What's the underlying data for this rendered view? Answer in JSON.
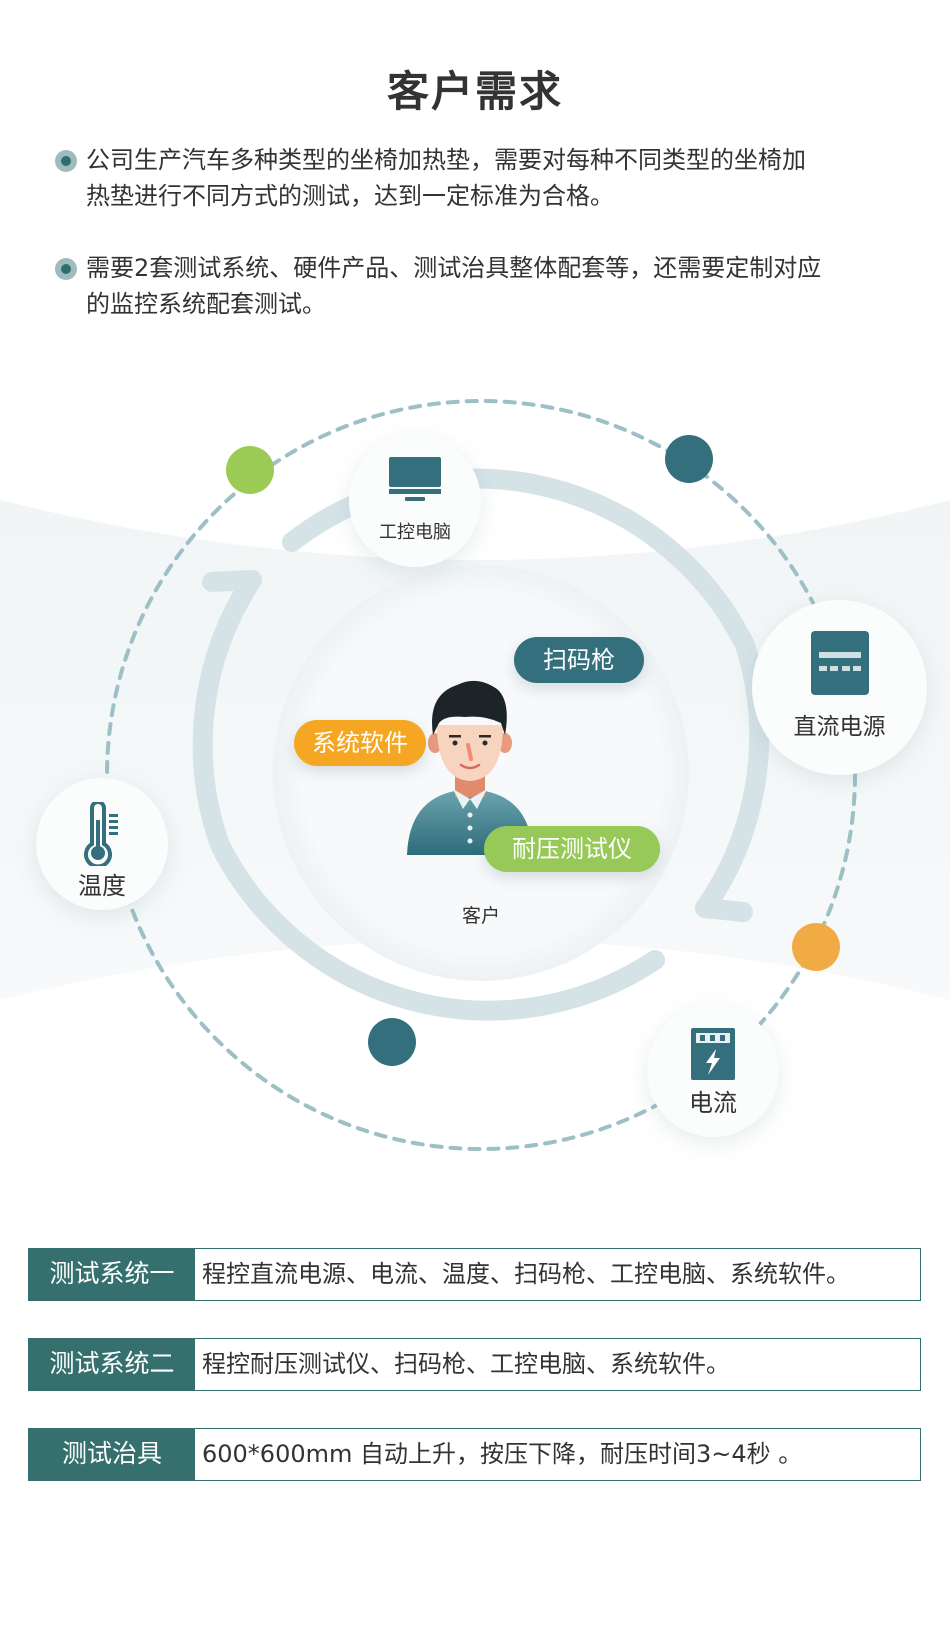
{
  "header": {
    "title": "客户需求"
  },
  "bullets": [
    {
      "line1": "公司生产汽车多种类型的坐椅加热垫，需要对每种不同类型的坐椅加",
      "line2": "热垫进行不同方式的测试，达到一定标准为合格。"
    },
    {
      "line1": "需要2套测试系统、硬件产品、测试治具整体配套等，还需要定制对应",
      "line2": "的监控系统配套测试。"
    }
  ],
  "diagram": {
    "center_label": "客户",
    "tags": {
      "scanner": "扫码枪",
      "software": "系统软件",
      "hipot": "耐压测试仪"
    },
    "nodes": {
      "ipc": {
        "label": "工控电脑",
        "icon": "monitor-icon"
      },
      "dc_power": {
        "label": "直流电源",
        "icon": "power-supply-icon"
      },
      "temperature": {
        "label": "温度",
        "icon": "thermometer-icon"
      },
      "current": {
        "label": "电流",
        "icon": "current-meter-icon"
      }
    },
    "colors": {
      "teal": "#336f7d",
      "green": "#9bcb55",
      "orange": "#f0ab45",
      "dash": "#9dbfc6",
      "arc": "#d5e3e7"
    }
  },
  "systems": [
    {
      "label": "测试系统一",
      "value": "程控直流电源、电流、温度、扫码枪、工控电脑、系统软件。"
    },
    {
      "label": "测试系统二",
      "value": "程控耐压测试仪、扫码枪、工控电脑、系统软件。"
    },
    {
      "label": "测试治具",
      "value": "600*600mm 自动上升，按压下降，耐压时间3~4秒 。"
    }
  ]
}
